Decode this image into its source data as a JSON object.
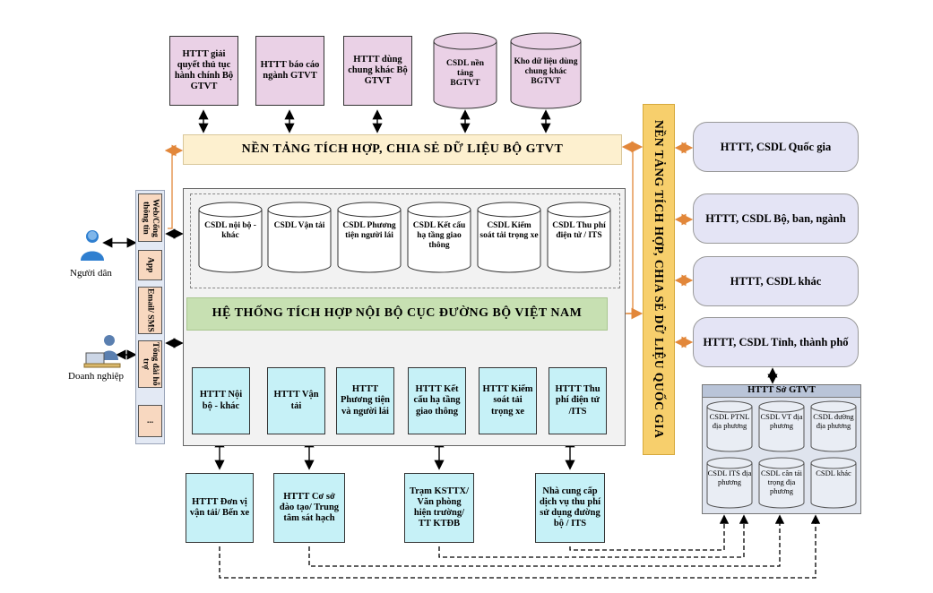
{
  "colors": {
    "pink_box": "#ead1e6",
    "cyan_box": "#c6f1f7",
    "national_box": "#e4e4f5",
    "yellow_band": "#fdf0cf",
    "green_band": "#c7e0b2",
    "orange_band": "#f7cf6c",
    "channel": "#f8d8c0",
    "arrow_orange": "#e2873a"
  },
  "top_systems": [
    "HTTT giải quyết thủ tục hành chính Bộ GTVT",
    "HTTT báo cáo ngành GTVT",
    "HTTT dùng chung khác Bộ GTVT"
  ],
  "top_databases": [
    "CSDL nền tảng BGTVT",
    "Kho dữ liệu dùng chung khác BGTVT"
  ],
  "ministry_platform": "NỀN TẢNG TÍCH HỢP, CHIA SẺ DỮ LIỆU BỘ GTVT",
  "national_platform": "NỀN TẢNG TÍCH HỢP, CHIA SẺ DỮ LIỆU QUỐC GIA",
  "internal_system": "HỆ THỐNG TÍCH HỢP NỘI BỘ CỤC ĐƯỜNG BỘ VIỆT NAM",
  "internal_databases": [
    "CSDL nội bộ - khác",
    "CSDL Vận tải",
    "CSDL Phương tiện người lái",
    "CSDL Kết cấu hạ tầng giao thông",
    "CSDL Kiểm soát tải trọng xe",
    "CSDL Thu phí điện tử / ITS"
  ],
  "internal_systems": [
    "HTTT Nội bộ - khác",
    "HTTT Vận tải",
    "HTTT Phương tiện và người lái",
    "HTTT Kết cấu hạ tầng giao thông",
    "HTTT Kiểm soát tải trọng xe",
    "HTTT Thu phí điện tử /ITS"
  ],
  "bottom_systems": [
    "HTTT Đơn vị vận tải/ Bến xe",
    "HTTT Cơ sở đào tạo/ Trung tâm sát hạch",
    "Trạm KSTTX/ Văn phòng hiện trường/ TT KTĐB",
    "Nhà cung cấp dịch vụ thu phí sử dụng đường bộ / ITS"
  ],
  "channels": [
    "Web/Cổng thông tin",
    "App",
    "Email/ SMS",
    "Tổng đài hỗ trợ",
    "..."
  ],
  "actors": {
    "citizen": "Người dân",
    "business": "Doanh nghiệp"
  },
  "national_systems": [
    "HTTT, CSDL Quốc gia",
    "HTTT, CSDL Bộ, ban, ngành",
    "HTTT, CSDL khác",
    "HTTT, CSDL Tỉnh, thành phố"
  ],
  "provincial": {
    "title": "HTTT Sở GTVT",
    "databases": [
      "CSDL PTNL địa phương",
      "CSDL VT địa phương",
      "CSDL đường địa phương",
      "CSDL ITS địa phương",
      "CSDL cân tải trọng địa phương",
      "CSDL khác"
    ]
  }
}
